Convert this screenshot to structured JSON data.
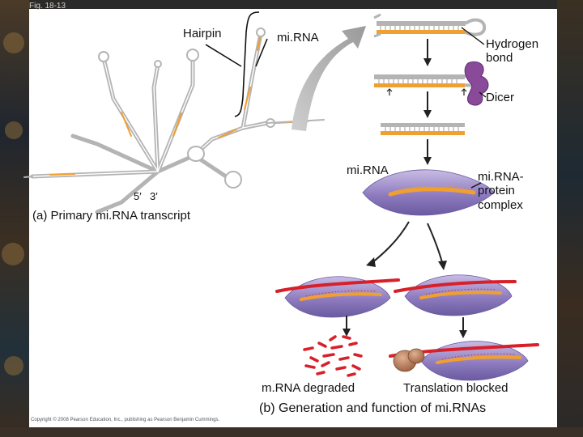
{
  "figure_tag": "Fig. 18-13",
  "labels": {
    "hairpin": "Hairpin",
    "mirna_top": "mi.RNA",
    "hydrogen_bond": "Hydrogen\nbond",
    "dicer": "Dicer",
    "mirna_mid": "mi.RNA",
    "complex": "mi.RNA-\nprotein\ncomplex",
    "five_prime": "5′",
    "three_prime": "3′",
    "panel_a": "(a) Primary mi.RNA transcript",
    "mrna_degraded": "m.RNA degraded",
    "translation_blocked": "Translation blocked",
    "panel_b": "(b) Generation and function of mi.RNAs"
  },
  "copyright": "Copyright © 2008 Pearson Education, Inc., publishing as Pearson Benjamin Cummings.",
  "colors": {
    "rna_gray": "#b4b4b4",
    "mirna_orange": "#f0a030",
    "mrna_red": "#d8202a",
    "protein_purple": "#8a74b8",
    "dicer_purple": "#8a4a9a",
    "ribosome_brown": "#b07a5a"
  }
}
